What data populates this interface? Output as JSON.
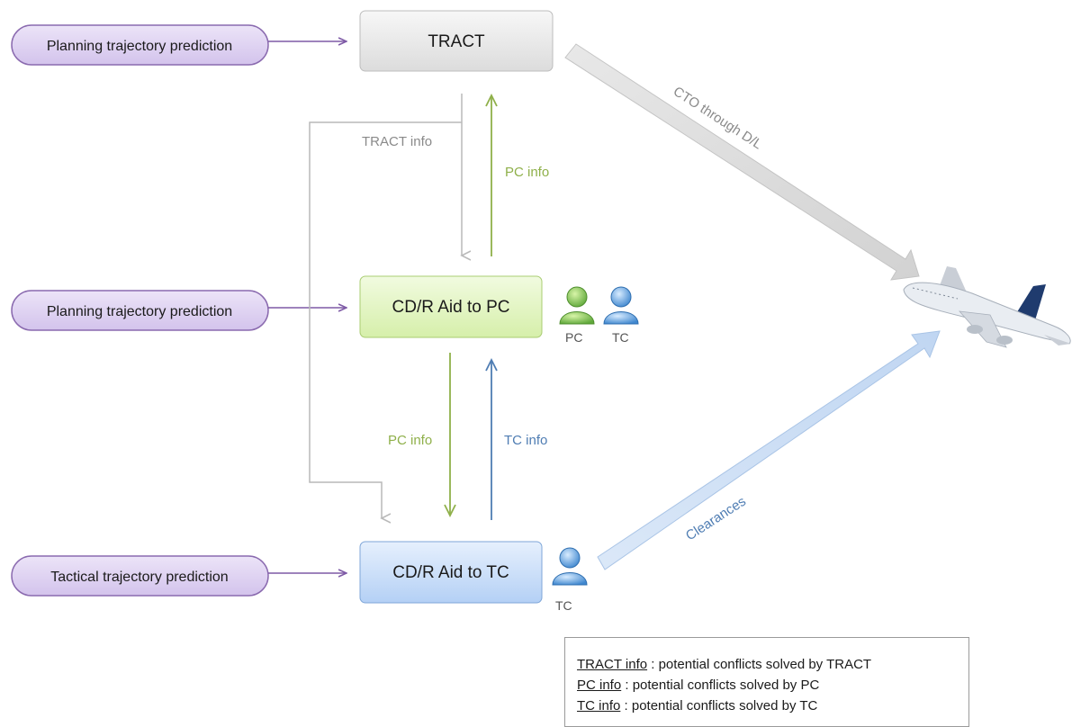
{
  "pills": [
    {
      "id": "pill-1",
      "label": "Planning  trajectory prediction"
    },
    {
      "id": "pill-2",
      "label": "Planning  trajectory prediction"
    },
    {
      "id": "pill-3",
      "label": "Tactical  trajectory prediction"
    }
  ],
  "boxes": {
    "tract": "TRACT",
    "pc_aid": "CD/R Aid to PC",
    "tc_aid": "CD/R Aid to TC"
  },
  "flow_labels": {
    "tract_info": "TRACT info",
    "pc_info_top": "PC info",
    "pc_info_bottom": "PC info",
    "tc_info": "TC info",
    "cto": "CTO through D/L",
    "clearances": "Clearances"
  },
  "controllers": {
    "pc": "PC",
    "tc_mid": "TC",
    "tc_bottom": "TC"
  },
  "legend": [
    {
      "term": "TRACT info",
      "desc": " : potential conflicts solved by TRACT"
    },
    {
      "term": "PC info",
      "desc": " : potential conflicts solved by PC"
    },
    {
      "term": "TC info",
      "desc": " : potential conflicts solved by TC"
    }
  ],
  "colors": {
    "pill_fill": "#dccff0",
    "pill_stroke": "#8a6aaf",
    "purple_arrow": "#7e5aa6",
    "gray_arrow": "#b9b9b9",
    "green": "#8fb04a",
    "blue": "#4f7db3",
    "tract_box": "#ececec",
    "pc_box": "#e6f7c8",
    "tc_box": "#cfe2fb"
  }
}
